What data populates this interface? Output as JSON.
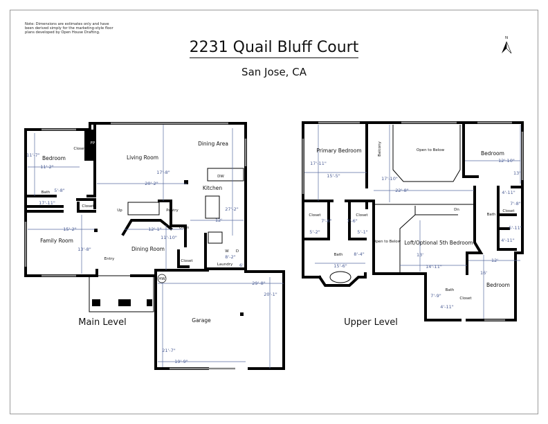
{
  "note": "Note: Dimensions are estimates only and have been derived simply for the marketing-style floor plans developed by Open House Drafting.",
  "title": "2231 Quail Bluff Court",
  "subtitle": "San Jose, CA",
  "compass": {
    "label": "N",
    "icon": "north-arrow-icon"
  },
  "main_level": {
    "label": "Main Level",
    "rooms": [
      "Bedroom",
      "Closet",
      "FP",
      "Living Room",
      "Dining Area",
      "Kitchen",
      "DW",
      "Bath",
      "Closet",
      "Up",
      "Pantry",
      "Oven",
      "Family Room",
      "Dining Room",
      "Entry",
      "Closet",
      "Laundry",
      "W",
      "D",
      "HW",
      "Garage"
    ],
    "dimensions": [
      "11'-7\"",
      "11'-2\"",
      "20'-2\"",
      "17'-8\"",
      "5'-8\"",
      "17'-11\"",
      "15'-2\"",
      "13'-8\"",
      "12'-1\"",
      "11'-10\"",
      "27'-2\"",
      "12'",
      "8'-2\"",
      "6'",
      "29'-8\"",
      "20'-1\"",
      "21'-7\"",
      "19'-9\""
    ]
  },
  "upper_level": {
    "label": "Upper Level",
    "rooms": [
      "Primary Bedroom",
      "Balcony",
      "Open to Below",
      "Bedroom",
      "Closet",
      "Closet",
      "Bath",
      "Open to Below",
      "Dn",
      "Loft/Optional 5th Bedroom",
      "Bath",
      "Closet",
      "Bath",
      "Closet",
      "Bedroom"
    ],
    "dimensions": [
      "17'-11\"",
      "15'-5\"",
      "17'-10\"",
      "22'-8\"",
      "12'-10\"",
      "13'",
      "4'-11\"",
      "7'-8\"",
      "5'-11\"",
      "4'-11\"",
      "7'-6\"",
      "5'-2\"",
      "7'-6\"",
      "5'-1\"",
      "8'-4\"",
      "15'-6\"",
      "13'",
      "14'-11\"",
      "12'",
      "16'",
      "7'-9\"",
      "4'-11\""
    ]
  }
}
